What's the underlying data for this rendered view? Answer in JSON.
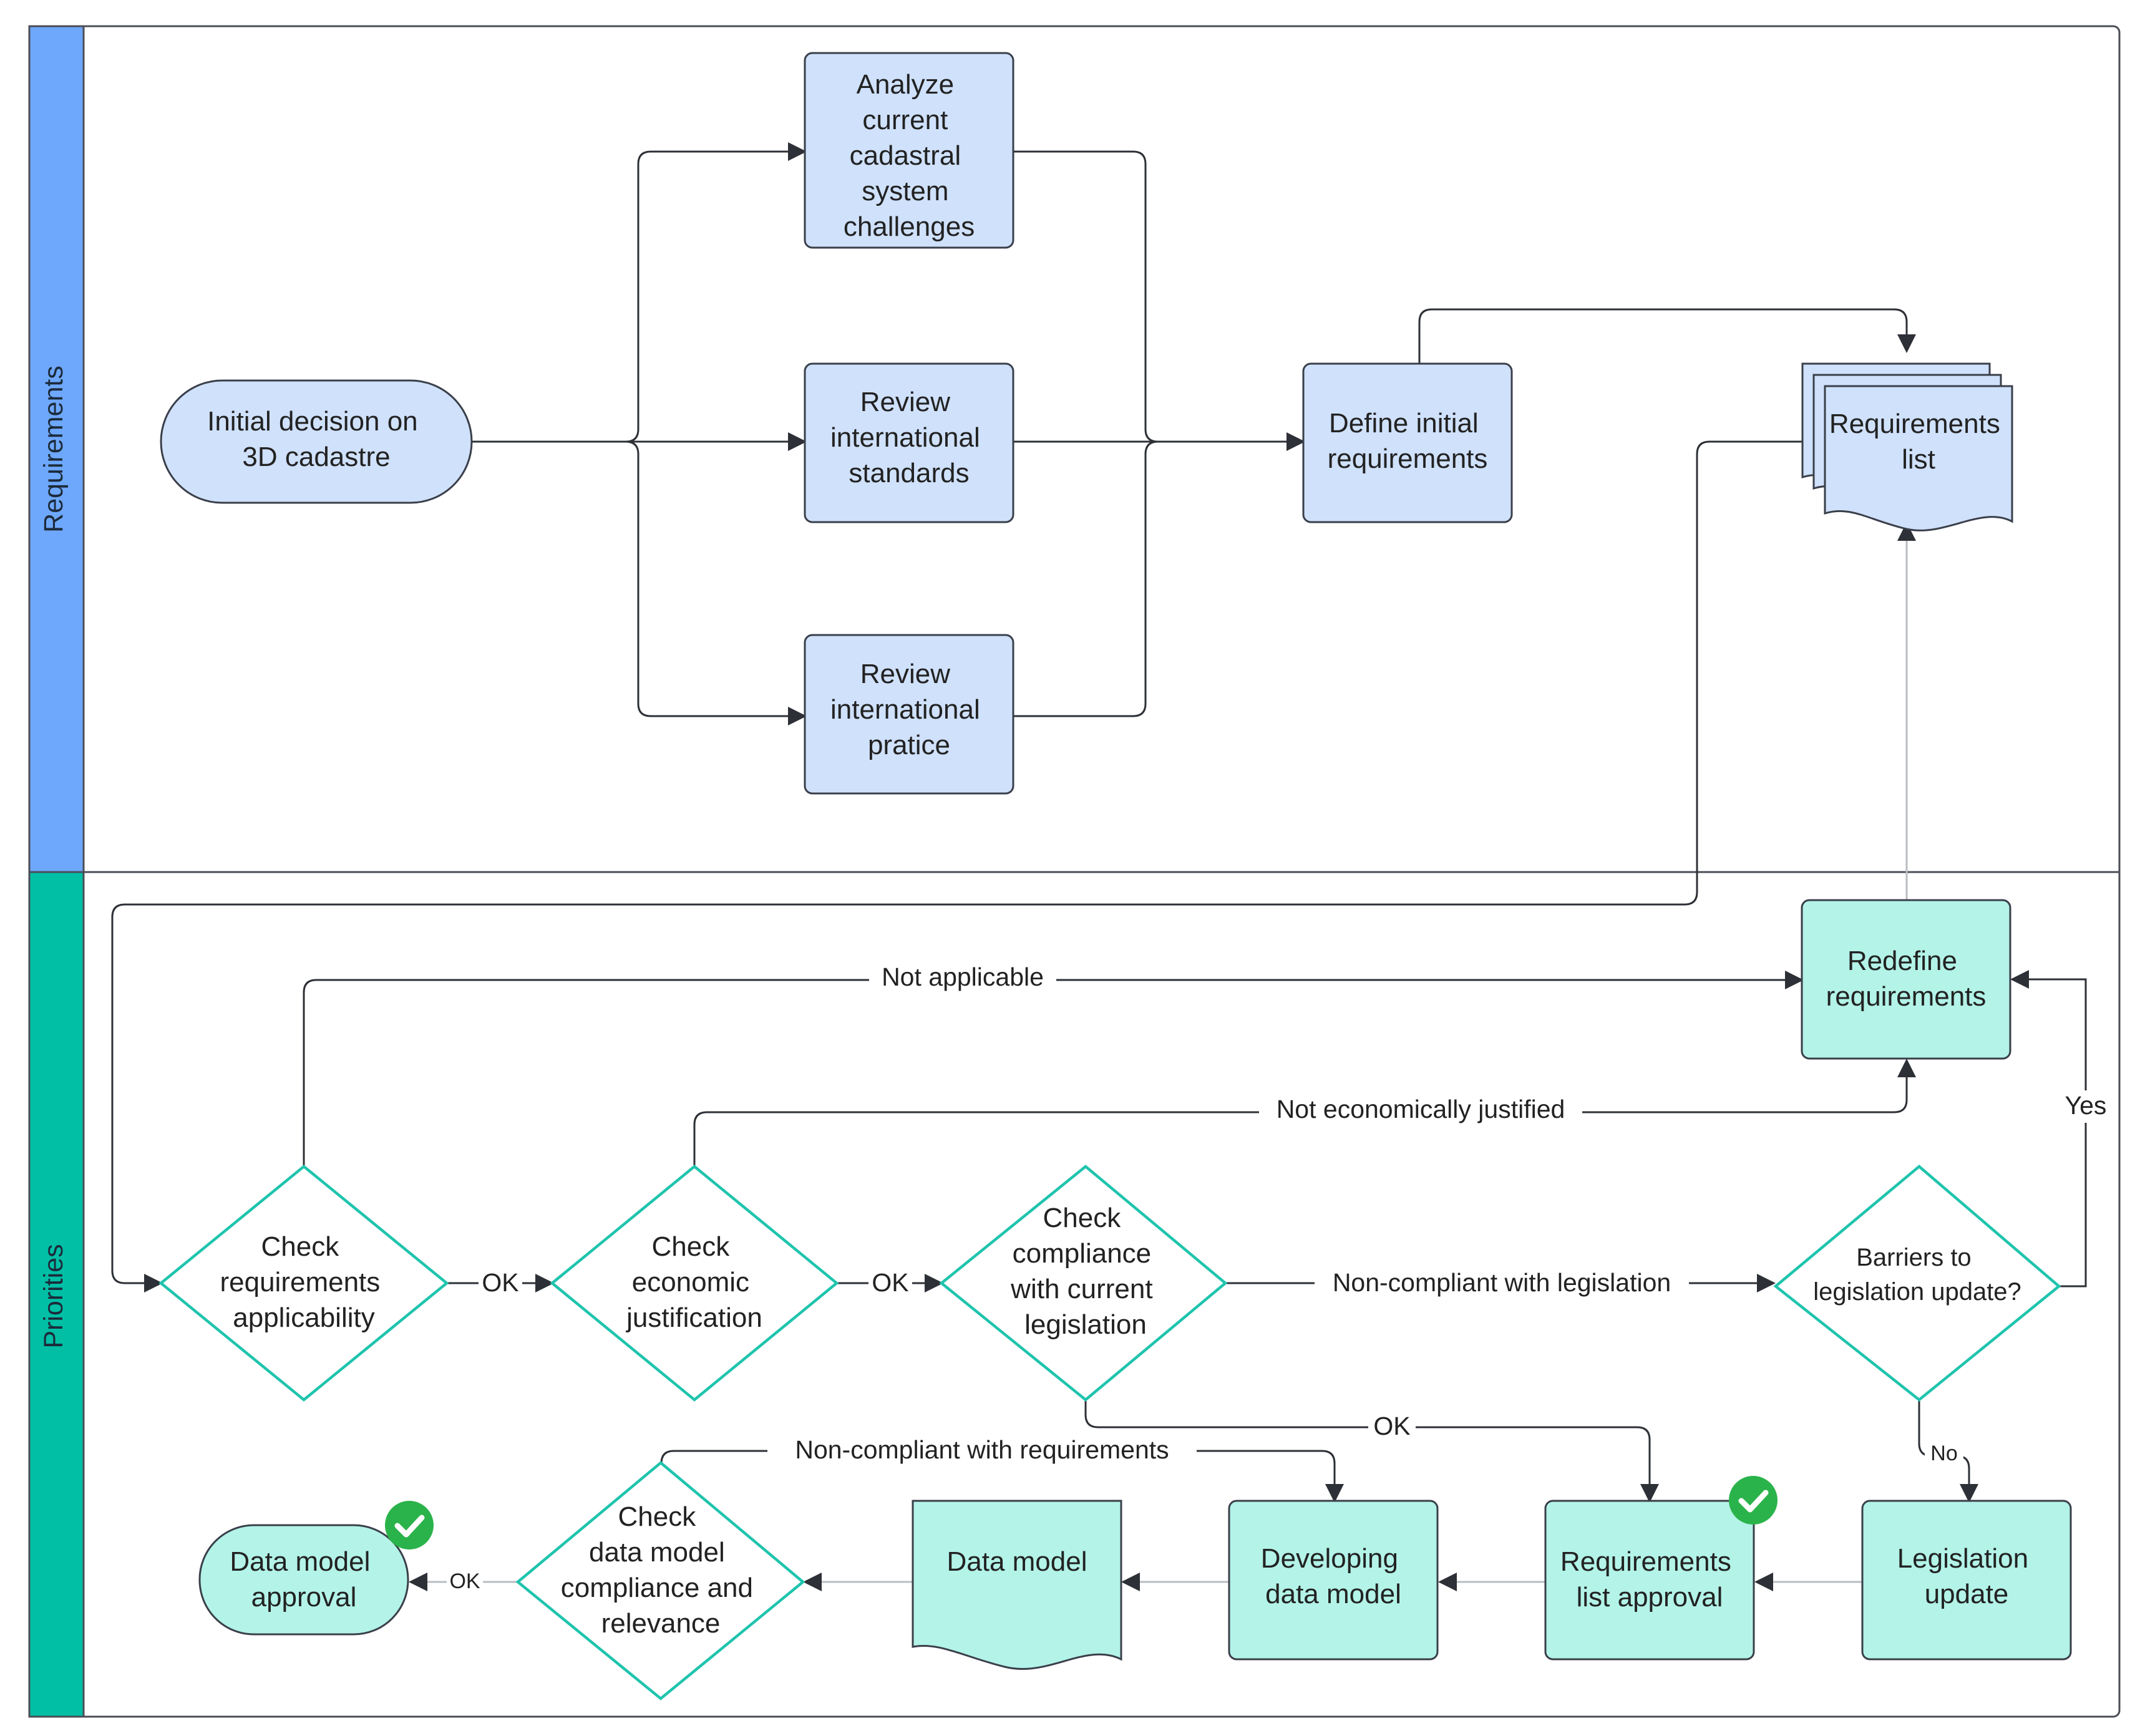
{
  "lanes": {
    "requirements": "Requirements",
    "priorities": "Priorities"
  },
  "nodes": {
    "initial_decision": [
      "Initial decision on",
      "3D cadastre"
    ],
    "analyze_challenges": [
      "Analyze",
      "current",
      "cadastral",
      "system",
      "challenges"
    ],
    "review_standards": [
      "Review",
      "international",
      "standards"
    ],
    "review_practice": [
      "Review",
      "international",
      "pratice"
    ],
    "define_initial": [
      "Define initial",
      "requirements"
    ],
    "requirements_list": [
      "Requirements",
      "list"
    ],
    "redefine_requirements": [
      "Redefine",
      "requirements"
    ],
    "check_applicability": [
      "Check",
      "requirements",
      "applicability"
    ],
    "check_economic": [
      "Check",
      "economic",
      "justification"
    ],
    "check_compliance": [
      "Check",
      "compliance",
      "with current",
      "legislation"
    ],
    "barriers": [
      "Barriers to",
      "legislation update?"
    ],
    "legislation_update": [
      "Legislation",
      "update"
    ],
    "requirements_list_approval": [
      "Requirements",
      "list approval"
    ],
    "developing_data_model": [
      "Developing",
      "data model"
    ],
    "data_model": [
      "Data model"
    ],
    "check_data_model": [
      "Check",
      "data model",
      "compliance and",
      "relevance"
    ],
    "data_model_approval": [
      "Data model",
      "approval"
    ]
  },
  "edge_labels": {
    "not_applicable": "Not applicable",
    "not_economically_justified": "Not economically justified",
    "ok_applicability": "OK",
    "ok_economic": "OK",
    "non_compliant_legislation": "Non-compliant with legislation",
    "ok_compliance": "OK",
    "yes": "Yes",
    "no": "No",
    "non_compliant_requirements": "Non-compliant with requirements",
    "ok_data_model": "OK"
  },
  "badges": {
    "approved_icon": "check-circle-icon",
    "approved_color": "#2bb34b"
  },
  "colors": {
    "requirements_lane": "#6ea8fc",
    "priorities_lane": "#00bfa5",
    "requirements_fill": "#cfe1fb",
    "priorities_fill": "#b3f3e8",
    "decision_stroke": "#1fc4ad"
  }
}
